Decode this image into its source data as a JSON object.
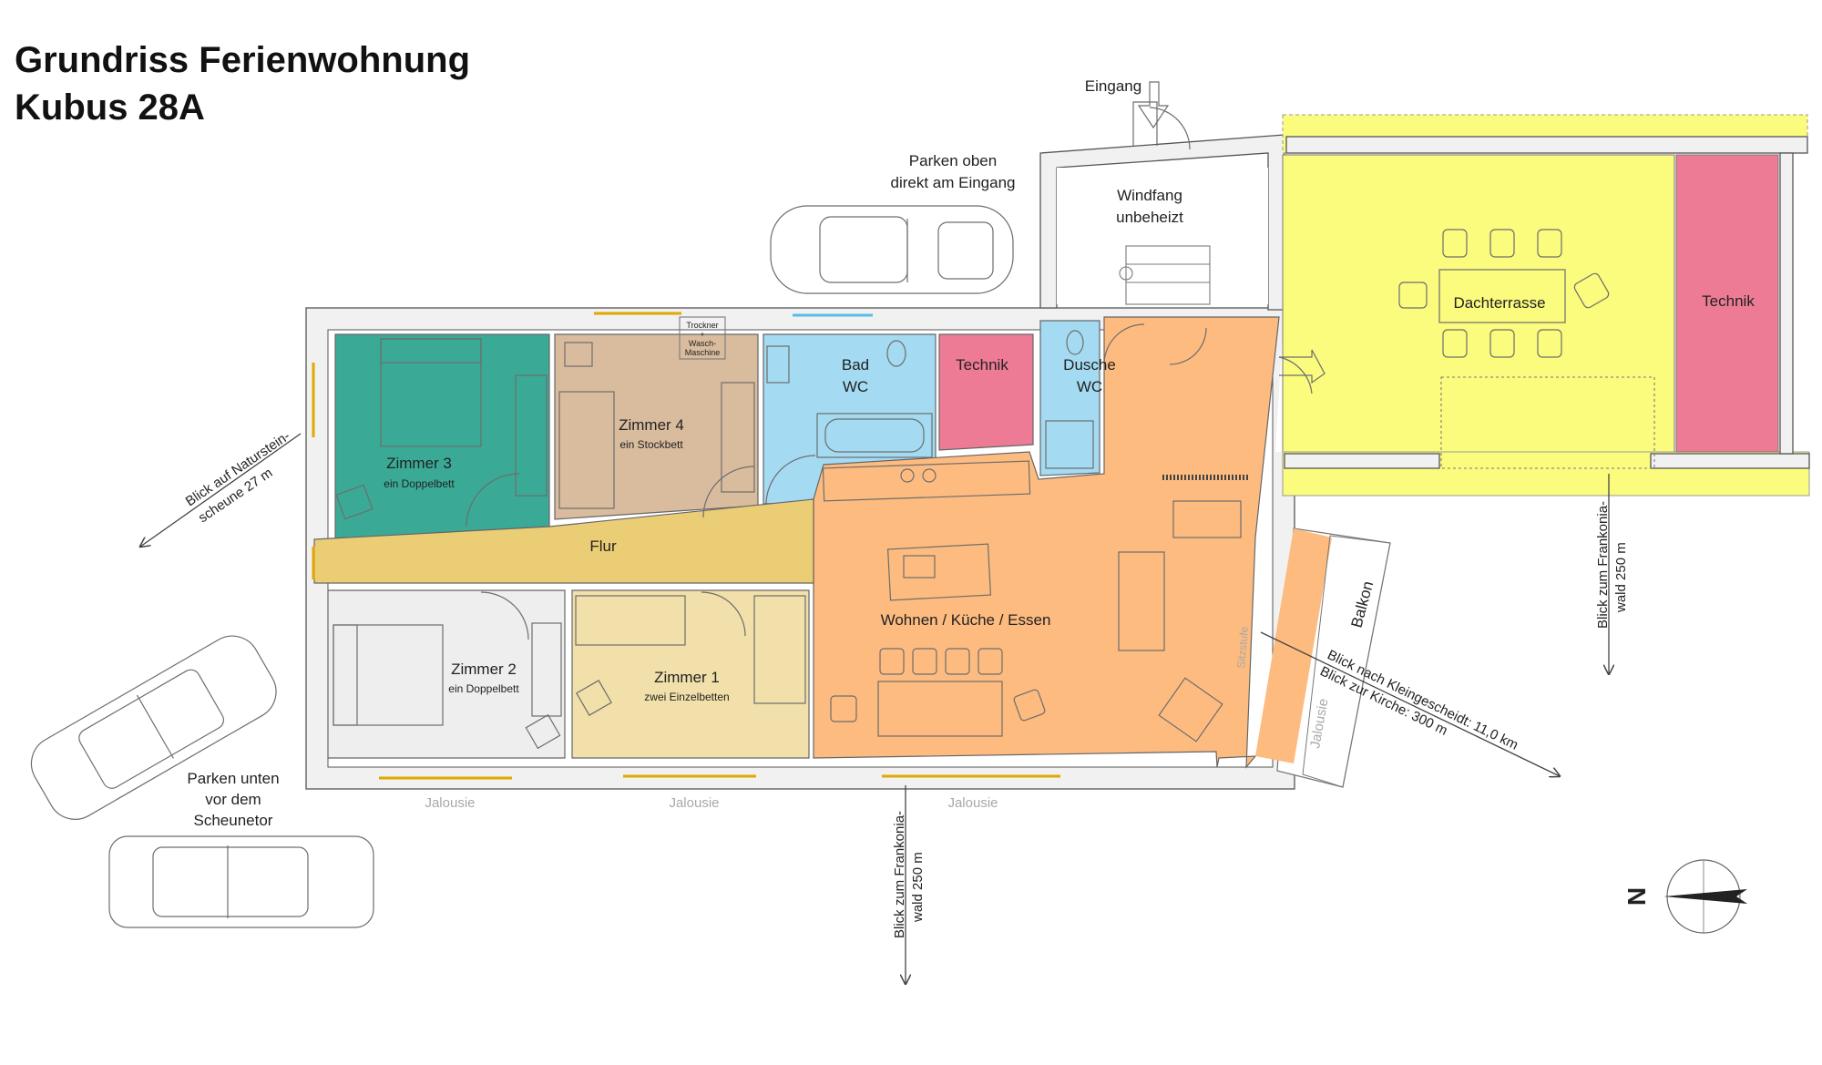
{
  "title": {
    "line1": "Grundriss Ferienwohnung",
    "line2": "Kubus 28A"
  },
  "rooms": {
    "zimmer3": {
      "name": "Zimmer 3",
      "sub": "ein Doppelbett",
      "color": "#3aaa96"
    },
    "zimmer4": {
      "name": "Zimmer 4",
      "sub": "ein Stockbett",
      "color": "#d9bc9e"
    },
    "bad": {
      "name": "Bad",
      "sub": "WC",
      "color": "#a4dbf2"
    },
    "technik1": {
      "name": "Technik",
      "color": "#ee7b95"
    },
    "dusche": {
      "name": "Dusche",
      "sub": "WC",
      "color": "#a4dbf2"
    },
    "flur": {
      "name": "Flur",
      "color": "#ebcd76"
    },
    "zimmer2": {
      "name": "Zimmer 2",
      "sub": "ein Doppelbett",
      "color": "#eeeeee"
    },
    "zimmer1": {
      "name": "Zimmer 1",
      "sub": "zwei Einzelbetten",
      "color": "#f1e0aa"
    },
    "wohnen": {
      "name": "Wohnen / Küche / Essen",
      "color": "#fdbb80"
    },
    "windfang": {
      "name": "Windfang",
      "sub": "unbeheizt"
    },
    "dachterrasse": {
      "name": "Dachterrasse",
      "color": "#fbfb7e"
    },
    "technik2": {
      "name": "Technik",
      "color": "#ee7b95"
    },
    "balkon": {
      "name": "Balkon"
    }
  },
  "fixtures": {
    "trockner": [
      "Trockner",
      "+",
      "Wasch-",
      "Maschine"
    ],
    "sitzstufe": "Sitzstufe"
  },
  "labels": {
    "eingang": "Eingang",
    "parken_oben": [
      "Parken oben",
      "direkt am Eingang"
    ],
    "parken_unten": [
      "Parken unten",
      "vor dem",
      "Scheunetor"
    ],
    "jalousie": "Jalousie",
    "blick_naturstein": [
      "Blick auf Naturstein-",
      "scheune 27 m"
    ],
    "blick_frankonia_unten": [
      "Blick zum Frankonia-",
      "wald 250 m"
    ],
    "blick_frankonia_rechts": [
      "Blick zum Frankonia-",
      "wald 250 m"
    ],
    "blick_kleingescheidt": [
      "Blick nach Kleingescheidt: 11,0 km",
      "Blick zur Kirche: 300 m"
    ],
    "compass_north": "N"
  },
  "colors": {
    "window": "#e0a800",
    "wall": "#f1f1f1",
    "line": "#555555"
  }
}
